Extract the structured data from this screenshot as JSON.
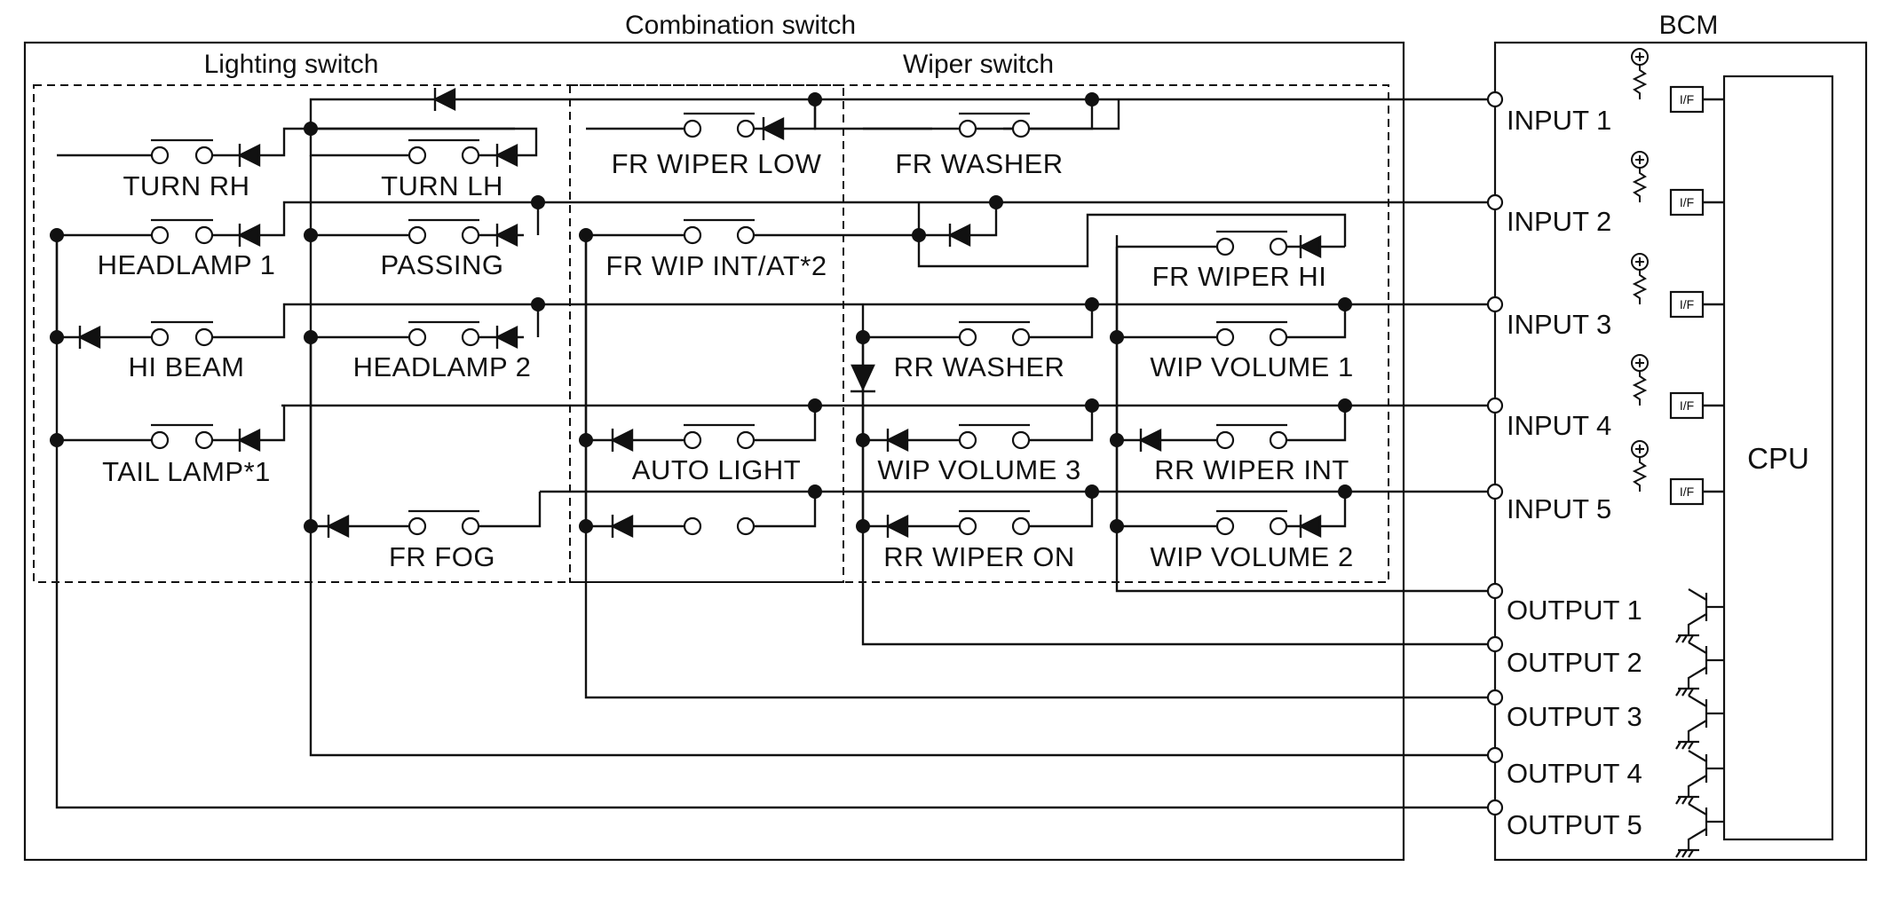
{
  "titles": {
    "combination_switch": "Combination switch",
    "bcm": "BCM",
    "lighting_switch": "Lighting switch",
    "wiper_switch": "Wiper switch",
    "cpu": "CPU"
  },
  "switch_labels": {
    "turn_rh": "TURN RH",
    "turn_lh": "TURN LH",
    "headlamp_1": "HEADLAMP 1",
    "passing": "PASSING",
    "hi_beam": "HI BEAM",
    "headlamp_2": "HEADLAMP 2",
    "tail_lamp": "TAIL LAMP*1",
    "fr_fog": "FR FOG",
    "fr_wiper_low": "FR WIPER LOW",
    "fr_washer": "FR WASHER",
    "fr_wip_int_at": "FR WIP INT/AT*2",
    "fr_wiper_hi": "FR WIPER HI",
    "rr_washer": "RR WASHER",
    "wip_volume_1": "WIP VOLUME 1",
    "auto_light": "AUTO LIGHT",
    "wip_volume_3": "WIP VOLUME 3",
    "rr_wiper_int": "RR WIPER INT",
    "rr_wiper_on": "RR WIPER ON",
    "wip_volume_2": "WIP VOLUME 2"
  },
  "bcm_io": {
    "inputs": [
      "INPUT 1",
      "INPUT 2",
      "INPUT 3",
      "INPUT 4",
      "INPUT 5"
    ],
    "outputs": [
      "OUTPUT 1",
      "OUTPUT 2",
      "OUTPUT 3",
      "OUTPUT 4",
      "OUTPUT 5"
    ],
    "interface_label": "I/F"
  }
}
